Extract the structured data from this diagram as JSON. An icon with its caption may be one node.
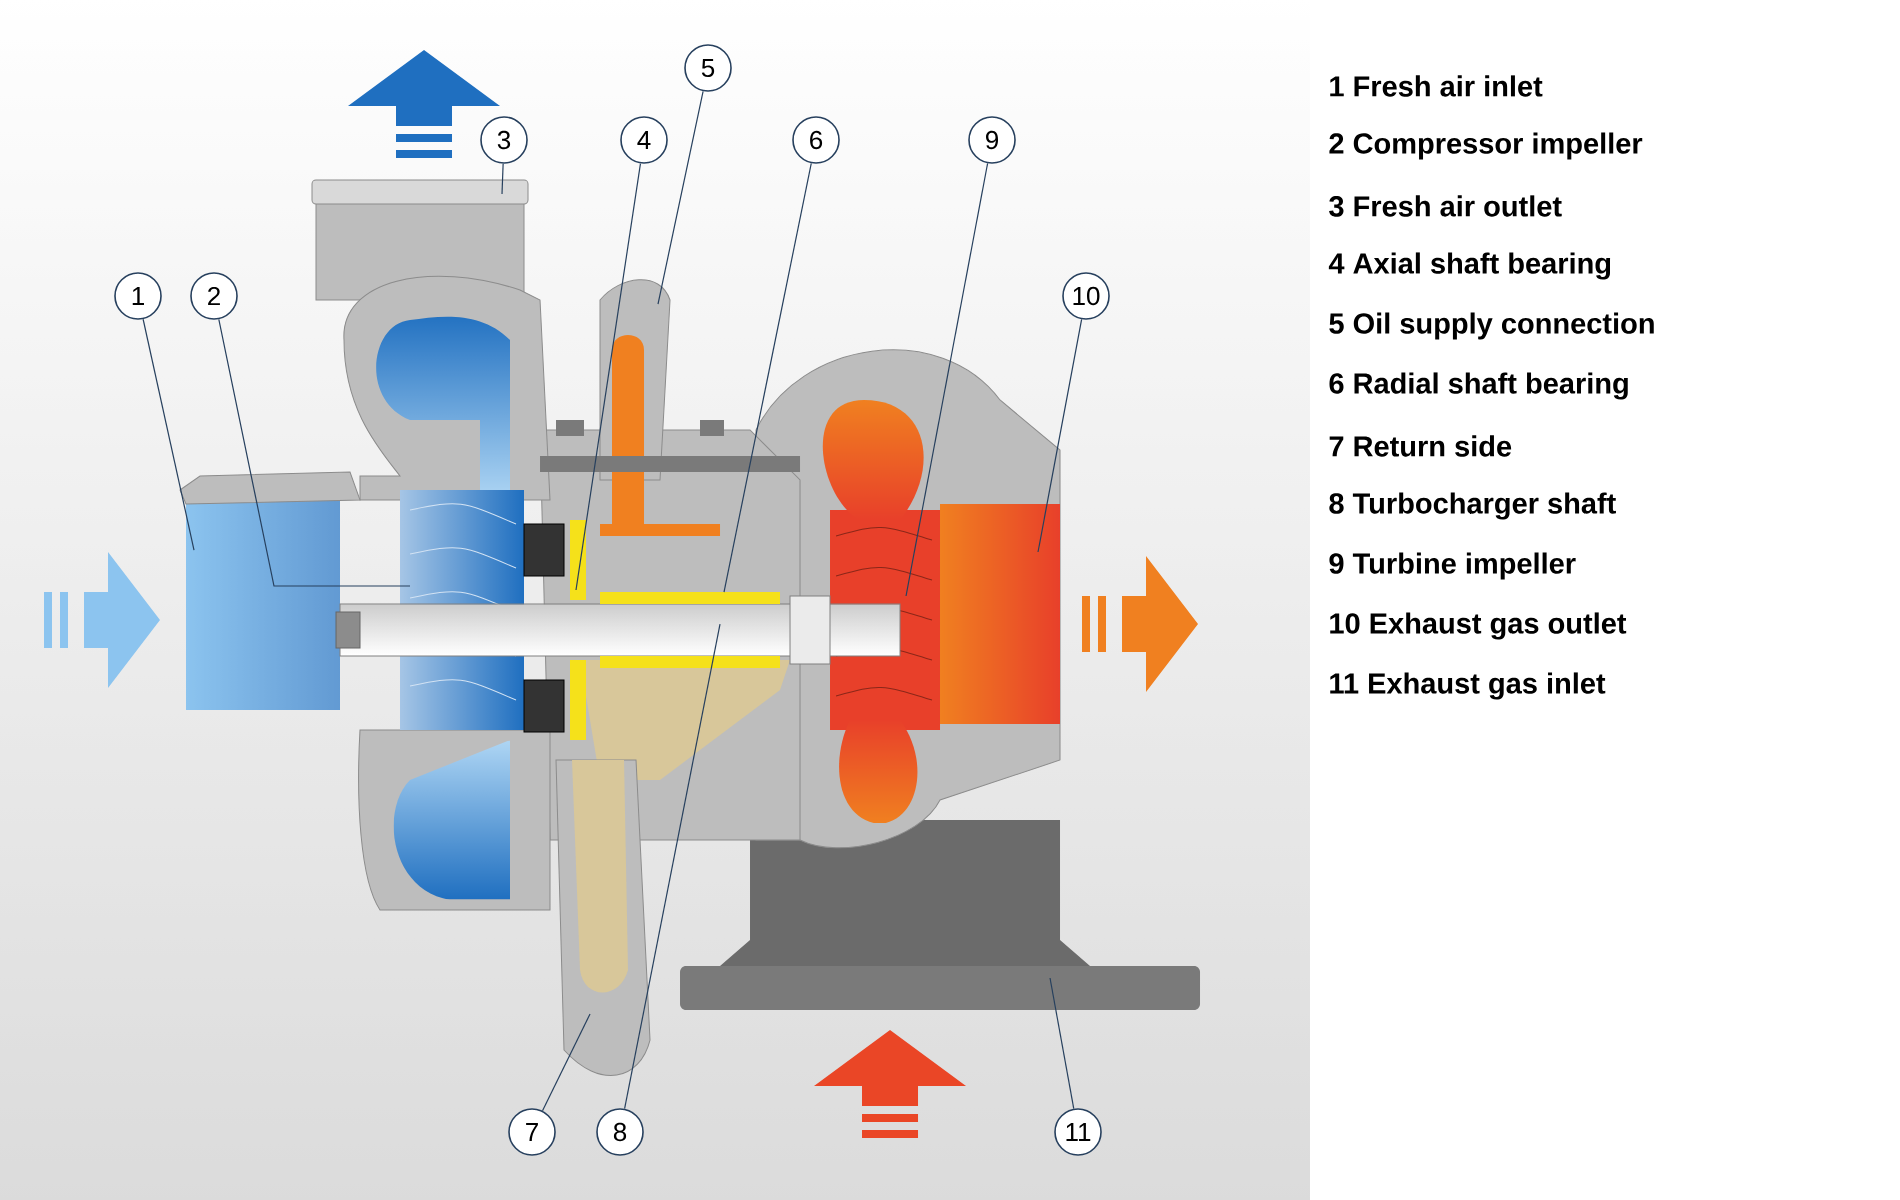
{
  "diagram": {
    "nodes": [
      {
        "text": [
          "1"
        ]
      },
      {
        "text": [
          "2"
        ]
      },
      {
        "text": [
          "3"
        ]
      },
      {
        "text": [
          "4"
        ]
      },
      {
        "text": [
          "5"
        ]
      },
      {
        "text": [
          "6"
        ]
      },
      {
        "text": [
          "7"
        ]
      },
      {
        "text": [
          "8"
        ]
      },
      {
        "text": [
          "9"
        ]
      },
      {
        "text": [
          "10"
        ]
      },
      {
        "text": [
          "11"
        ]
      }
    ],
    "edges": [
      {
        "from": 0,
        "to": null,
        "arrow": "none"
      },
      {
        "from": 1,
        "to": null,
        "arrow": "none"
      },
      {
        "from": 2,
        "to": null,
        "arrow": "none"
      },
      {
        "from": 3,
        "to": null,
        "arrow": "none"
      },
      {
        "from": 4,
        "to": null,
        "arrow": "none"
      },
      {
        "from": 5,
        "to": null,
        "arrow": "none"
      },
      {
        "from": 6,
        "to": null,
        "arrow": "none"
      },
      {
        "from": 7,
        "to": null,
        "arrow": "none"
      },
      {
        "from": 8,
        "to": null,
        "arrow": "none"
      },
      {
        "from": 9,
        "to": null,
        "arrow": "none"
      },
      {
        "from": 10,
        "to": null,
        "arrow": "none"
      }
    ],
    "labels": [
      "1 Fresh air inlet",
      "2 Compressor impeller",
      "3 Fresh air outlet",
      "4 Axial shaft bearing",
      "5 Oil supply connection",
      "6 Radial shaft bearing",
      "7 Return side",
      "8 Turbocharger shaft",
      "9 Turbine impeller",
      "10 Exhaust gas outlet",
      "11 Exhaust gas inlet"
    ]
  }
}
